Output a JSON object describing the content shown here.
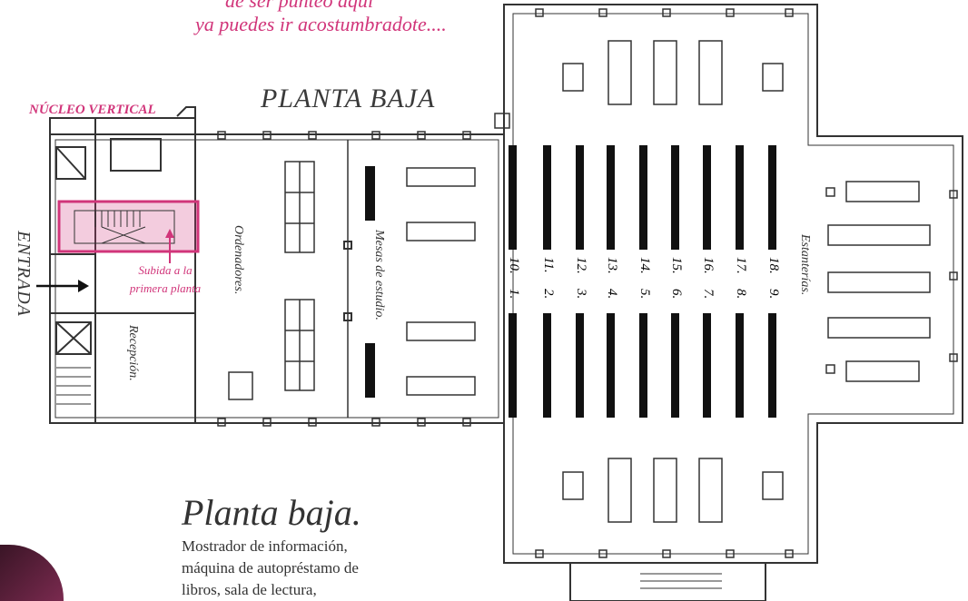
{
  "header": {
    "note_line1": "de ser punteo aqui",
    "note_line2": "ya puedes ir acostumbradote...."
  },
  "plan": {
    "title": "PLANTA BAJA",
    "nucleo_label": "NÚCLEO VERTICAL",
    "entrance_label": "ENTRADA",
    "stair_note_line1": "Subida a la",
    "stair_note_line2": "primera planta",
    "computers_label": "Ordenadores.",
    "reception_label": "Recepción.",
    "study_tables_label": "Mesas de estudio.",
    "shelves_label": "Estanterías.",
    "shelf_numbers_top": [
      "10.",
      "11.",
      "12.",
      "13.",
      "14.",
      "15.",
      "16.",
      "17.",
      "18."
    ],
    "shelf_numbers_bottom": [
      "1.",
      "2.",
      "3.",
      "4.",
      "5.",
      "6.",
      "7.",
      "8.",
      "9."
    ],
    "highlight_color": "#d1357a"
  },
  "caption": {
    "title": "Planta baja.",
    "line1": "Mostrador de información,",
    "line2": "máquina de autopréstamo de",
    "line3": "libros, sala de lectura,"
  }
}
